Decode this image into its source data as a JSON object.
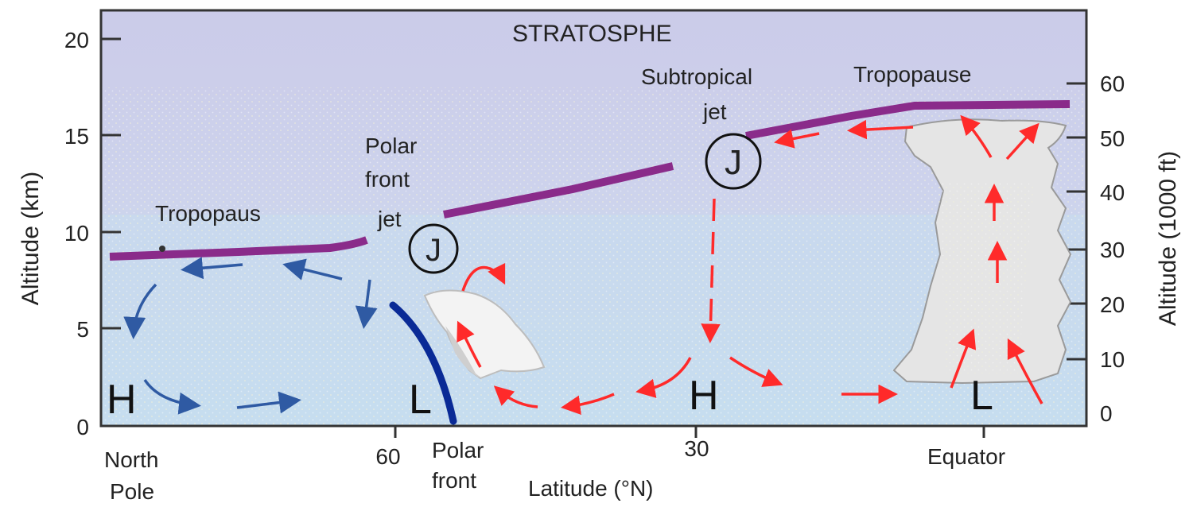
{
  "title": "STRATOSPHE",
  "left_axis": {
    "label": "Altitude (km)",
    "unit": "km",
    "ticks": [
      "20",
      "15",
      "10",
      "5",
      "0"
    ],
    "tick_values": [
      20,
      15,
      10,
      5,
      0
    ]
  },
  "right_axis": {
    "label": "Altitude (1000 ft)",
    "unit": "1000 ft",
    "ticks": [
      "60",
      "50",
      "40",
      "30",
      "20",
      "10",
      "0"
    ],
    "tick_values": [
      60,
      50,
      40,
      30,
      20,
      10,
      0
    ]
  },
  "x_axis": {
    "label": "Latitude (°N)",
    "ticks": [
      "60",
      "30"
    ],
    "north_pole_label": [
      "North",
      "Pole"
    ],
    "equator_label": "Equator",
    "polar_front_label": [
      "Polar",
      "front"
    ]
  },
  "annotations": {
    "tropopause_left": "Tropopaus",
    "tropopause_right": "Tropopause",
    "polar_front_jet": [
      "Polar",
      "front",
      "jet"
    ],
    "subtropical_jet": [
      "Subtropical",
      "jet"
    ],
    "jet_symbol": "J",
    "high": "H",
    "low": "L"
  },
  "colors": {
    "sky": "#cfcfe9",
    "lower_air": "#c9dcee",
    "tropopause": "#8a2b8a",
    "polar_circulation": "#2f5aa3",
    "tropical_circulation": "#ff2a2a",
    "front": "#0a2a96",
    "cloud": "#e6e6e6"
  }
}
